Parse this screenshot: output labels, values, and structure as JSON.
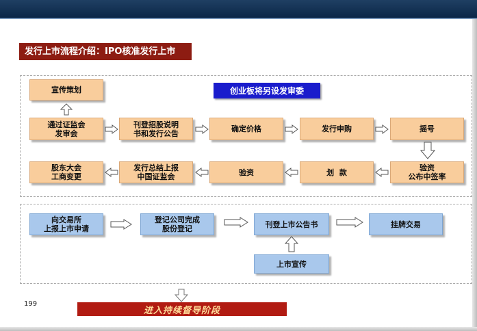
{
  "title": "发行上市流程介绍：IPO核准发行上市",
  "note": "创业板将另设发审委",
  "page_number": "199",
  "bottom_banner": "进入持续督导阶段",
  "stage1": {
    "publicity": "宣传策划",
    "row1": [
      "通过证监会\n发审会",
      "刊登招股说明\n书和发行公告",
      "确定价格",
      "发行申购",
      "摇号"
    ],
    "row2": [
      "股东大会\n工商变更",
      "发行总结上报\n中国证监会",
      "验资",
      "划  款",
      "验资\n公布中签率"
    ]
  },
  "stage2": {
    "row": [
      "向交易所\n上报上市申请",
      "登记公司完成\n股份登记",
      "刊登上市公告书",
      "挂牌交易"
    ],
    "listing_promo": "上市宣传"
  },
  "colors": {
    "title_bg": "#8d1c12",
    "orange_box": "#f9cd9c",
    "blue_box": "#a9c8ec",
    "note_bg": "#1a1ccc",
    "banner_bg": "#b11b12",
    "banner_text": "#ffdc9a",
    "header_bar": "#0b2747"
  }
}
